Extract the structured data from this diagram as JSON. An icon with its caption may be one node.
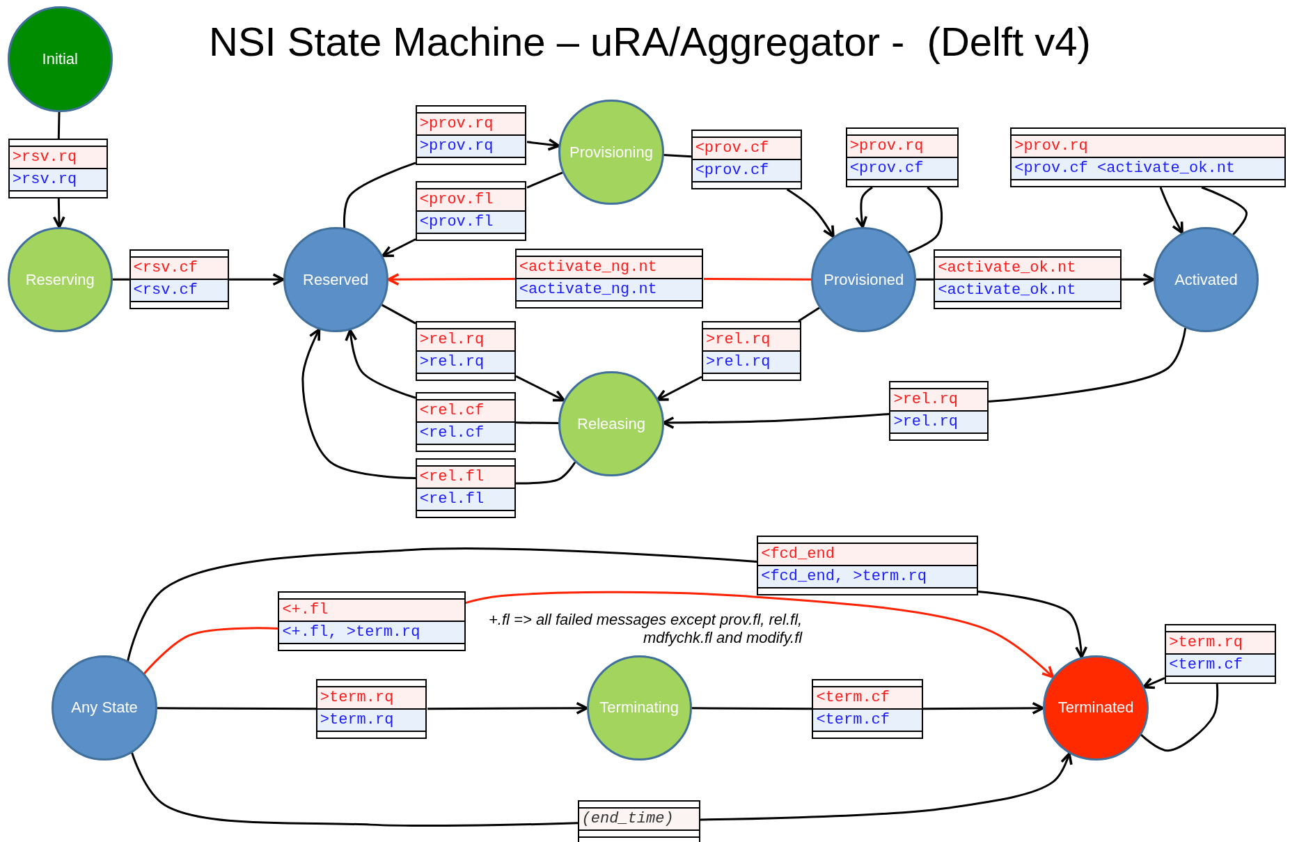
{
  "diagram": {
    "title": "NSI State Machine – uRA/Aggregator -  (Delft v4)",
    "nodes": [
      {
        "text": [
          "Initial"
        ]
      },
      {
        "text": [
          "Reserving"
        ]
      },
      {
        "text": [
          "Reserved"
        ]
      },
      {
        "text": [
          "Provisioning"
        ]
      },
      {
        "text": [
          "Provisioned"
        ]
      },
      {
        "text": [
          "Activated"
        ]
      },
      {
        "text": [
          "Releasing"
        ]
      },
      {
        "text": [
          "Any State"
        ]
      },
      {
        "text": [
          "Terminating"
        ]
      },
      {
        "text": [
          "Terminated"
        ]
      },
      {
        "text": [
          ">rsv.rq",
          ">rsv.rq"
        ]
      },
      {
        "text": [
          "<rsv.cf",
          "<rsv.cf"
        ]
      },
      {
        "text": [
          ">prov.rq",
          ">prov.rq"
        ]
      },
      {
        "text": [
          "<prov.fl",
          "<prov.fl"
        ]
      },
      {
        "text": [
          "<prov.cf",
          "<prov.cf"
        ]
      },
      {
        "text": [
          ">prov.rq",
          "<prov.cf"
        ]
      },
      {
        "text": [
          ">prov.rq",
          "<prov.cf <activate_ok.nt"
        ]
      },
      {
        "text": [
          "<activate_ng.nt",
          "<activate_ng.nt"
        ]
      },
      {
        "text": [
          "<activate_ok.nt",
          "<activate_ok.nt"
        ]
      },
      {
        "text": [
          ">rel.rq",
          ">rel.rq"
        ]
      },
      {
        "text": [
          ">rel.rq",
          ">rel.rq"
        ]
      },
      {
        "text": [
          "<rel.cf",
          "<rel.cf"
        ]
      },
      {
        "text": [
          "<rel.fl",
          "<rel.fl"
        ]
      },
      {
        "text": [
          ">rel.rq",
          ">rel.rq"
        ]
      },
      {
        "text": [
          "<fcd_end",
          "<fcd_end, >term.rq"
        ]
      },
      {
        "text": [
          "<+.fl",
          "<+.fl, >term.rq"
        ]
      },
      {
        "text": [
          ">term.rq",
          ">term.rq"
        ]
      },
      {
        "text": [
          "<term.cf",
          "<term.cf"
        ]
      },
      {
        "text": [
          ">term.rq",
          "<term.cf"
        ]
      },
      {
        "text": [
          "(end_time)"
        ]
      }
    ],
    "edges": [
      {
        "from": 0,
        "to": 10,
        "arrow": "none"
      },
      {
        "from": 10,
        "to": 1,
        "arrow": "to"
      },
      {
        "from": 1,
        "to": 11,
        "arrow": "none"
      },
      {
        "from": 11,
        "to": 2,
        "arrow": "to"
      },
      {
        "from": 2,
        "to": 12,
        "arrow": "none"
      },
      {
        "from": 12,
        "to": 3,
        "arrow": "to"
      },
      {
        "from": 3,
        "to": 13,
        "arrow": "none"
      },
      {
        "from": 13,
        "to": 2,
        "arrow": "to"
      },
      {
        "from": 3,
        "to": 14,
        "arrow": "none"
      },
      {
        "from": 14,
        "to": 4,
        "arrow": "to"
      },
      {
        "from": 4,
        "to": 15,
        "arrow": "none"
      },
      {
        "from": 15,
        "to": 4,
        "arrow": "to"
      },
      {
        "from": 5,
        "to": 16,
        "arrow": "none"
      },
      {
        "from": 16,
        "to": 5,
        "arrow": "to"
      },
      {
        "from": 4,
        "to": 17,
        "arrow": "none",
        "color": "#ff2200"
      },
      {
        "from": 17,
        "to": 2,
        "arrow": "to",
        "color": "#ff2200"
      },
      {
        "from": 4,
        "to": 18,
        "arrow": "none"
      },
      {
        "from": 18,
        "to": 5,
        "arrow": "to"
      },
      {
        "from": 2,
        "to": 19,
        "arrow": "none"
      },
      {
        "from": 19,
        "to": 6,
        "arrow": "to"
      },
      {
        "from": 4,
        "to": 20,
        "arrow": "none"
      },
      {
        "from": 20,
        "to": 6,
        "arrow": "to"
      },
      {
        "from": 6,
        "to": 21,
        "arrow": "none"
      },
      {
        "from": 21,
        "to": 2,
        "arrow": "to"
      },
      {
        "from": 6,
        "to": 22,
        "arrow": "none"
      },
      {
        "from": 22,
        "to": 2,
        "arrow": "to"
      },
      {
        "from": 5,
        "to": 23,
        "arrow": "none"
      },
      {
        "from": 23,
        "to": 6,
        "arrow": "to"
      },
      {
        "from": 7,
        "to": 24,
        "arrow": "none"
      },
      {
        "from": 24,
        "to": 9,
        "arrow": "to"
      },
      {
        "from": 7,
        "to": 25,
        "arrow": "none",
        "color": "#ff2200"
      },
      {
        "from": 25,
        "to": 9,
        "arrow": "to",
        "color": "#ff2200"
      },
      {
        "from": 7,
        "to": 26,
        "arrow": "none"
      },
      {
        "from": 26,
        "to": 8,
        "arrow": "to"
      },
      {
        "from": 8,
        "to": 27,
        "arrow": "none"
      },
      {
        "from": 27,
        "to": 9,
        "arrow": "to"
      },
      {
        "from": 9,
        "to": 28,
        "arrow": "none"
      },
      {
        "from": 28,
        "to": 9,
        "arrow": "to"
      },
      {
        "from": 7,
        "to": 29,
        "arrow": "none"
      },
      {
        "from": 29,
        "to": 9,
        "arrow": "to"
      }
    ],
    "labels": [
      "+.fl => all failed messages except prov.fl, rel.fl, mdfychk.fl and modify.fl"
    ]
  }
}
